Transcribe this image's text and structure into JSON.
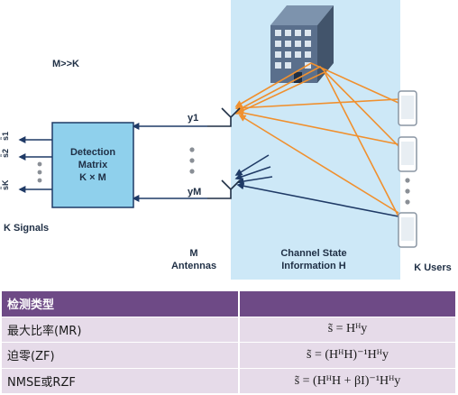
{
  "diagram": {
    "m_gg_k": "M>>K",
    "detection_box": [
      "Detection",
      "Matrix",
      "K × M"
    ],
    "signal_labels": [
      "s̃1",
      "s̃2",
      "s̃K"
    ],
    "k_signals": "K Signals",
    "y1": "y1",
    "ym": "yM",
    "antennas": [
      "M",
      "Antennas"
    ],
    "channel": [
      "Channel State",
      "Information H"
    ],
    "k_users": "K Users"
  },
  "table": {
    "header": "检测类型",
    "rows": [
      {
        "type": "最大比率(MR)",
        "formula": "s̃ = Hᴴy"
      },
      {
        "type": "迫零(ZF)",
        "formula": "s̃ = (HᴴH)⁻¹Hᴴy"
      },
      {
        "type": "NMSE或RZF",
        "formula": "s̃ = (HᴴH + βI)⁻¹Hᴴy"
      }
    ]
  },
  "colors": {
    "channel_panel": "#cde8f7",
    "detection_box": "#8fd0ec",
    "arrow_dark": "#1f3a66",
    "arrow_orange": "#f0902e",
    "table_header": "#6e4a86",
    "table_row": "#e6dbe9"
  }
}
